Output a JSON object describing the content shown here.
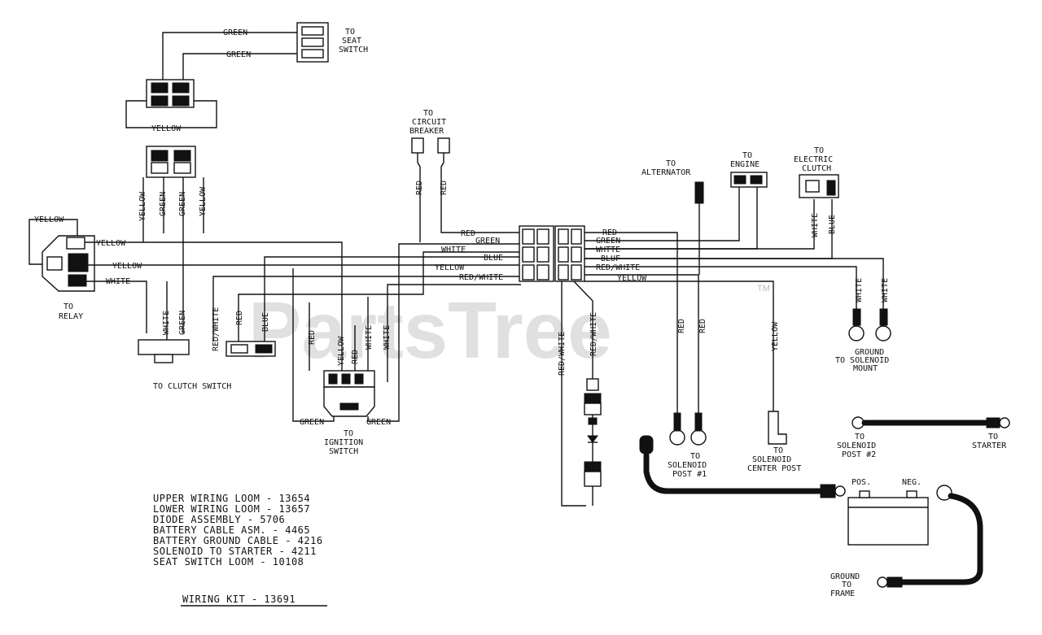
{
  "watermark": {
    "text": "PartsTree",
    "tm": "TM"
  },
  "destinations": {
    "seat_switch": [
      "TO",
      "SEAT",
      "SWITCH"
    ],
    "circuit_breaker": [
      "TO",
      "CIRCUIT",
      "BREAKER"
    ],
    "alternator": [
      "TO",
      "ALTERNATOR"
    ],
    "engine": [
      "TO",
      "ENGINE"
    ],
    "electric_clutch": [
      "TO",
      "ELECTRIC",
      "CLUTCH"
    ],
    "relay": [
      "TO",
      "RELAY"
    ],
    "clutch_switch": "TO CLUTCH SWITCH",
    "ignition_switch": [
      "TO",
      "IGNITION",
      "SWITCH"
    ],
    "ground_solenoid": [
      "GROUND",
      "TO SOLENOID",
      "MOUNT"
    ],
    "solenoid_post_1": [
      "TO",
      "SOLENOID",
      "POST #1"
    ],
    "solenoid_center": [
      "TO",
      "SOLENOID",
      "CENTER POST"
    ],
    "solenoid_post_2": [
      "TO",
      "SOLENOID",
      "POST #2"
    ],
    "starter": [
      "TO",
      "STARTER"
    ],
    "ground_frame": [
      "GROUND",
      "TO",
      "FRAME"
    ],
    "battery_pos": "POS.",
    "battery_neg": "NEG."
  },
  "wires": {
    "green": "GREEN",
    "yellow": "YELLOW",
    "white": "WHITE",
    "blue": "BLUE",
    "blue_alt": "BLUF",
    "white_alt": "WHTTE",
    "red": "RED",
    "red_white": "RED/WHITE"
  },
  "parts_list": [
    "UPPER WIRING LOOM - 13654",
    "LOWER WIRING LOOM - 13657",
    "DIODE ASSEMBLY - 5706",
    "BATTERY CABLE ASM. - 4465",
    "BATTERY GROUND CABLE - 4216",
    "SOLENOID TO STARTER - 4211",
    "SEAT SWITCH LOOM - 10108"
  ],
  "kit_label": "WIRING KIT - 13691"
}
